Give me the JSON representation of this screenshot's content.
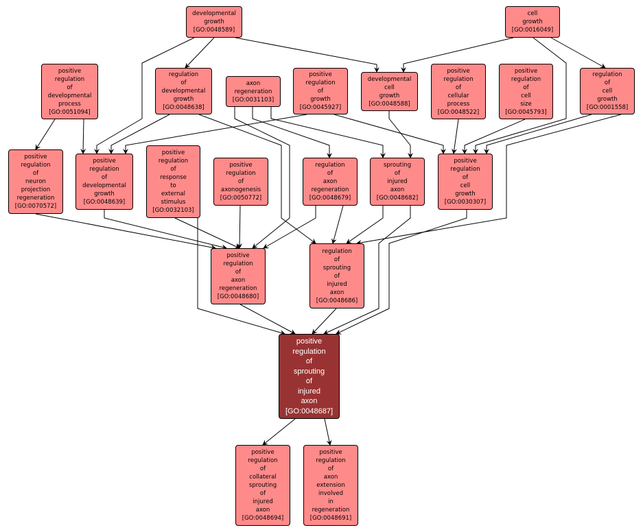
{
  "colors": {
    "node_fill": "#ff8a8a",
    "focus_fill": "#993333",
    "edge": "#000000"
  },
  "nodes": [
    {
      "key": "n1",
      "label": "developmental growth",
      "go": "[GO:0048589]"
    },
    {
      "key": "n2",
      "label": "cell growth",
      "go": "[GO:0016049]"
    },
    {
      "key": "n3",
      "label": "positive regulation of developmental process",
      "go": "[GO:0051094]"
    },
    {
      "key": "n4",
      "label": "regulation of developmental growth",
      "go": "[GO:0048638]"
    },
    {
      "key": "n5",
      "label": "axon regeneration",
      "go": "[GO:0031103]"
    },
    {
      "key": "n6",
      "label": "positive regulation of growth",
      "go": "[GO:0045927]"
    },
    {
      "key": "n7",
      "label": "developmental cell growth",
      "go": "[GO:0048588]"
    },
    {
      "key": "n8",
      "label": "positive regulation of cellular process",
      "go": "[GO:0048522]"
    },
    {
      "key": "n9",
      "label": "positive regulation of cell size",
      "go": "[GO:0045793]"
    },
    {
      "key": "n10",
      "label": "regulation of cell growth",
      "go": "[GO:0001558]"
    },
    {
      "key": "n11",
      "label": "positive regulation of neuron projection regeneration",
      "go": "[GO:0070572]"
    },
    {
      "key": "n12",
      "label": "positive regulation of developmental growth",
      "go": "[GO:0048639]"
    },
    {
      "key": "n13",
      "label": "positive regulation of response to external stimulus",
      "go": "[GO:0032103]"
    },
    {
      "key": "n14",
      "label": "positive regulation of axonogenesis",
      "go": "[GO:0050772]"
    },
    {
      "key": "n15",
      "label": "regulation of axon regeneration",
      "go": "[GO:0048679]"
    },
    {
      "key": "n16",
      "label": "sprouting of injured axon",
      "go": "[GO:0048682]"
    },
    {
      "key": "n17",
      "label": "positive regulation of cell growth",
      "go": "[GO:0030307]"
    },
    {
      "key": "n18",
      "label": "positive regulation of axon regeneration",
      "go": "[GO:0048680]"
    },
    {
      "key": "n19",
      "label": "regulation of sprouting of injured axon",
      "go": "[GO:0048686]"
    },
    {
      "key": "n20",
      "label": "positive regulation of sprouting of injured axon",
      "go": "[GO:0048687]",
      "focus": true
    },
    {
      "key": "n21",
      "label": "positive regulation of collateral sprouting of injured axon",
      "go": "[GO:0048694]"
    },
    {
      "key": "n22",
      "label": "positive regulation of axon extension involved in regeneration",
      "go": "[GO:0048691]"
    }
  ],
  "edges": [
    [
      "n1",
      "n12"
    ],
    [
      "n1",
      "n4"
    ],
    [
      "n1",
      "n7"
    ],
    [
      "n2",
      "n7"
    ],
    [
      "n2",
      "n17"
    ],
    [
      "n2",
      "n10"
    ],
    [
      "n3",
      "n11"
    ],
    [
      "n3",
      "n12"
    ],
    [
      "n4",
      "n12"
    ],
    [
      "n4",
      "n19"
    ],
    [
      "n5",
      "n18"
    ],
    [
      "n5",
      "n15"
    ],
    [
      "n5",
      "n16"
    ],
    [
      "n6",
      "n12"
    ],
    [
      "n6",
      "n17"
    ],
    [
      "n7",
      "n16"
    ],
    [
      "n8",
      "n17"
    ],
    [
      "n9",
      "n17"
    ],
    [
      "n10",
      "n17"
    ],
    [
      "n10",
      "n19"
    ],
    [
      "n11",
      "n18"
    ],
    [
      "n12",
      "n18"
    ],
    [
      "n12",
      "n20"
    ],
    [
      "n13",
      "n18"
    ],
    [
      "n14",
      "n18"
    ],
    [
      "n15",
      "n18"
    ],
    [
      "n15",
      "n19"
    ],
    [
      "n16",
      "n19"
    ],
    [
      "n16",
      "n20"
    ],
    [
      "n17",
      "n20"
    ],
    [
      "n18",
      "n20"
    ],
    [
      "n19",
      "n20"
    ],
    [
      "n20",
      "n21"
    ],
    [
      "n20",
      "n22"
    ]
  ]
}
